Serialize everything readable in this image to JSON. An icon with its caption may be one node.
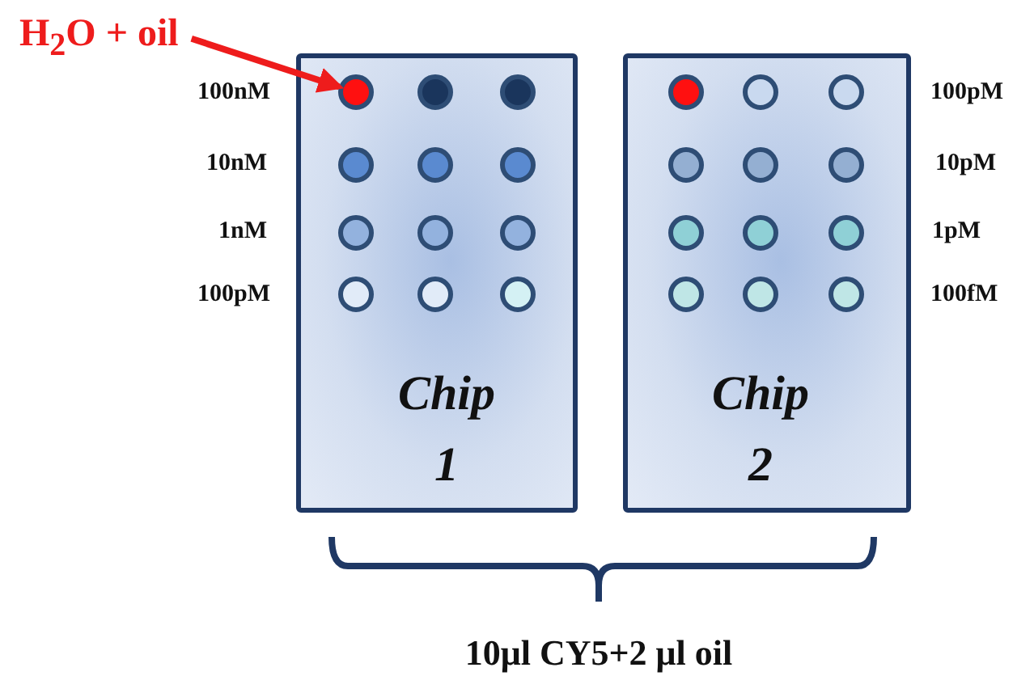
{
  "diagram": {
    "nodes": [
      {
        "text": [
          "H$_{2}$O + oil"
        ]
      },
      {
        "text": [
          "Chip 1"
        ]
      },
      {
        "text": [],
        "shape": "circle",
        "in": 1
      },
      {
        "text": [],
        "shape": "circle",
        "in": 1
      },
      {
        "text": [],
        "shape": "circle",
        "in": 1
      },
      {
        "text": [],
        "shape": "circle",
        "in": 1
      },
      {
        "text": [],
        "shape": "circle",
        "in": 1
      },
      {
        "text": [],
        "shape": "circle",
        "in": 1
      },
      {
        "text": [],
        "shape": "circle",
        "in": 1
      },
      {
        "text": [],
        "shape": "circle",
        "in": 1
      },
      {
        "text": [],
        "shape": "circle",
        "in": 1
      },
      {
        "text": [],
        "shape": "circle",
        "in": 1
      },
      {
        "text": [],
        "shape": "circle",
        "in": 1
      },
      {
        "text": [],
        "shape": "circle",
        "in": 1
      },
      {
        "text": [
          "Chip 2"
        ]
      },
      {
        "text": [],
        "shape": "circle",
        "in": 14
      },
      {
        "text": [],
        "shape": "circle",
        "in": 14
      },
      {
        "text": [],
        "shape": "circle",
        "in": 14
      },
      {
        "text": [],
        "shape": "circle",
        "in": 14
      },
      {
        "text": [],
        "shape": "circle",
        "in": 14
      },
      {
        "text": [],
        "shape": "circle",
        "in": 14
      },
      {
        "text": [],
        "shape": "circle",
        "in": 14
      },
      {
        "text": [],
        "shape": "circle",
        "in": 14
      },
      {
        "text": [],
        "shape": "circle",
        "in": 14
      },
      {
        "text": [],
        "shape": "circle",
        "in": 14
      },
      {
        "text": [],
        "shape": "circle",
        "in": 14
      },
      {
        "text": [],
        "shape": "circle",
        "in": 14
      }
    ],
    "edges": [
      {
        "from": 0,
        "to": 2,
        "arrow": "to"
      }
    ],
    "labels": [
      "100nM",
      "100pM",
      "10nM",
      "10pM",
      "1nM",
      "1pM",
      "100pM",
      "100fM",
      "10μl CY5+2 μl oil"
    ]
  }
}
